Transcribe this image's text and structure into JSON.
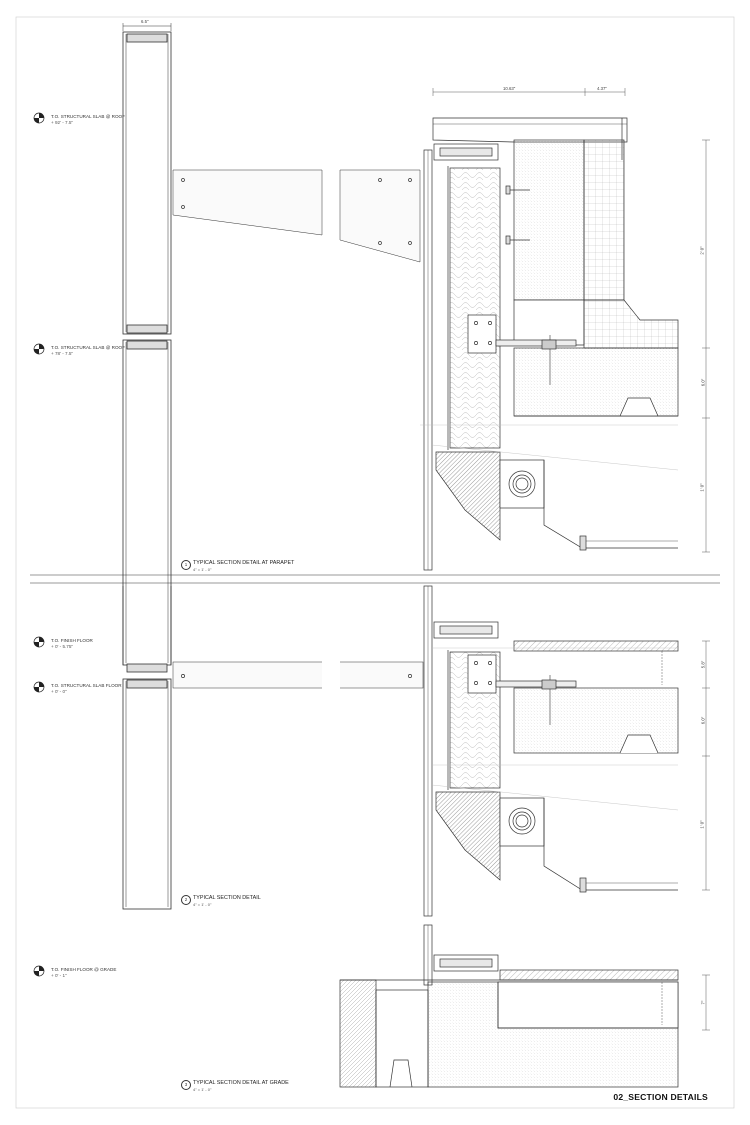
{
  "sheet": {
    "title": "02_SECTION DETAILS"
  },
  "elevations": [
    {
      "name": "T.O. STRUCTURAL SLAB @ ROOF",
      "value": "+ 92' - 7.5\""
    },
    {
      "name": "T.O. STRUCTURAL SLAB @ ROOF",
      "value": "+ 78' - 7.5\""
    },
    {
      "name": "T.O. FINISH FLOOR",
      "value": "+ 0' - 5.75\""
    },
    {
      "name": "T.O. STRUCTURAL SLAB FLOOR",
      "value": "+ 0' - 0\""
    },
    {
      "name": "T.O. FINISH FLOOR @ GRADE",
      "value": "+ 0' - 1\""
    }
  ],
  "details": [
    {
      "number": "1",
      "title": "TYPICAL SECTION DETAIL AT PARAPET",
      "scale": "4\" = 1' - 0\""
    },
    {
      "number": "2",
      "title": "TYPICAL SECTION DETAIL",
      "scale": "4\" = 1' - 0\""
    },
    {
      "number": "3",
      "title": "TYPICAL SECTION DETAIL AT GRADE",
      "scale": "4\" = 1' - 0\""
    }
  ],
  "dimensions": {
    "mullion_width": "6.5\"",
    "parapet_top_left": "10.63\"",
    "parapet_top_right": "4.37\"",
    "parapet_height": "2' 0\"",
    "slab_depth_1": "6.0\"",
    "soffit_height_1": "1' 0\"",
    "floor_finish": "5.8\"",
    "slab_depth_2": "6.0\"",
    "soffit_height_2": "1' 0\"",
    "grade_finish": "7\""
  }
}
